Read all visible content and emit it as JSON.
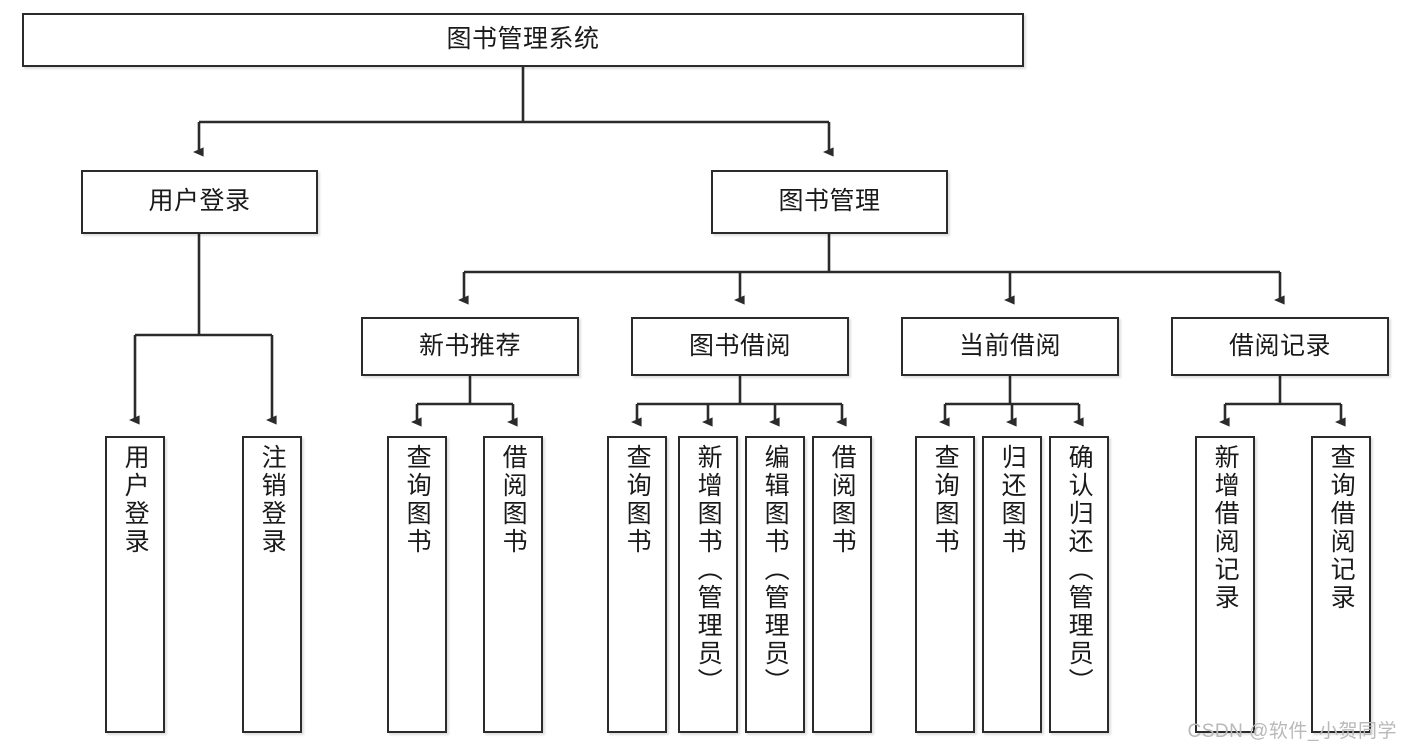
{
  "diagram": {
    "type": "tree",
    "title": "图书管理系统",
    "root": {
      "label": "图书管理系统"
    },
    "level2": [
      {
        "label": "用户登录"
      },
      {
        "label": "图书管理"
      }
    ],
    "level3": [
      {
        "label": "新书推荐"
      },
      {
        "label": "图书借阅"
      },
      {
        "label": "当前借阅"
      },
      {
        "label": "借阅记录"
      }
    ],
    "leaves": {
      "user_login": [
        {
          "label": "用户登录"
        },
        {
          "label": "注销登录"
        }
      ],
      "new_book_recommend": [
        {
          "label": "查询图书"
        },
        {
          "label": "借阅图书"
        }
      ],
      "book_borrow": [
        {
          "label": "查询图书"
        },
        {
          "label": "新增图书（管理员）"
        },
        {
          "label": "编辑图书（管理员）"
        },
        {
          "label": "借阅图书"
        }
      ],
      "current_borrow": [
        {
          "label": "查询图书"
        },
        {
          "label": "归还图书"
        },
        {
          "label": "确认归还（管理员）"
        }
      ],
      "borrow_record": [
        {
          "label": "新增借阅记录"
        },
        {
          "label": "查询借阅记录"
        }
      ]
    }
  },
  "watermark": {
    "text": "CSDN @软件_小贺同学"
  },
  "colors": {
    "border": "#2b2b2b",
    "text": "#1a1a1a",
    "background": "#ffffff",
    "watermark": "#b9b9b9"
  }
}
